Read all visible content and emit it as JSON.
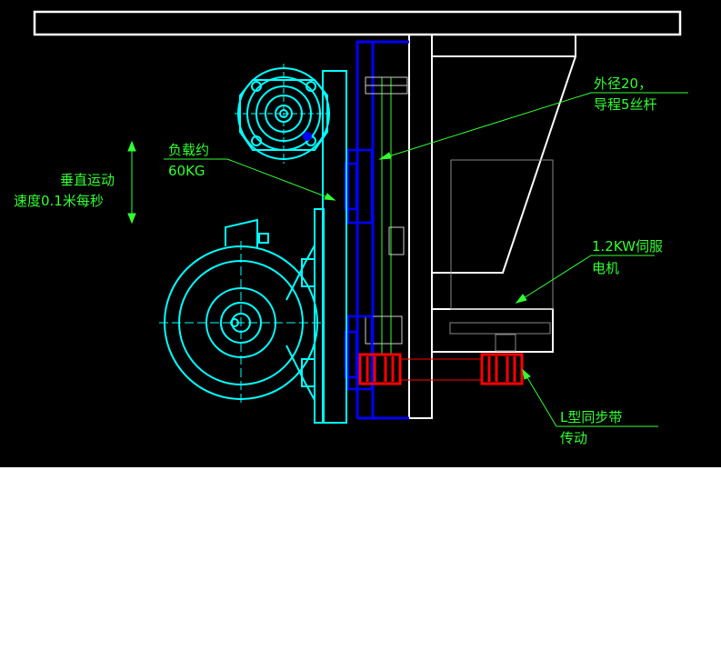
{
  "annotations": {
    "screw": {
      "line1": "外径20，",
      "line2": "导程5丝杆"
    },
    "load": {
      "line1": "负载约",
      "line2": "60KG"
    },
    "vertical": {
      "line1": "垂直运动",
      "line2": "速度0.1米每秒"
    },
    "servo": {
      "line1": "1.2KW伺服",
      "line2": "电机"
    },
    "belt": {
      "line1": "L型同步带",
      "line2": "传动"
    }
  },
  "colors": {
    "background": "#000000",
    "frame": "#ffffff",
    "motor_outline": "#00ffff",
    "rail": "#0000ff",
    "pulley": "#ff0000",
    "annotation": "#33ff33"
  }
}
